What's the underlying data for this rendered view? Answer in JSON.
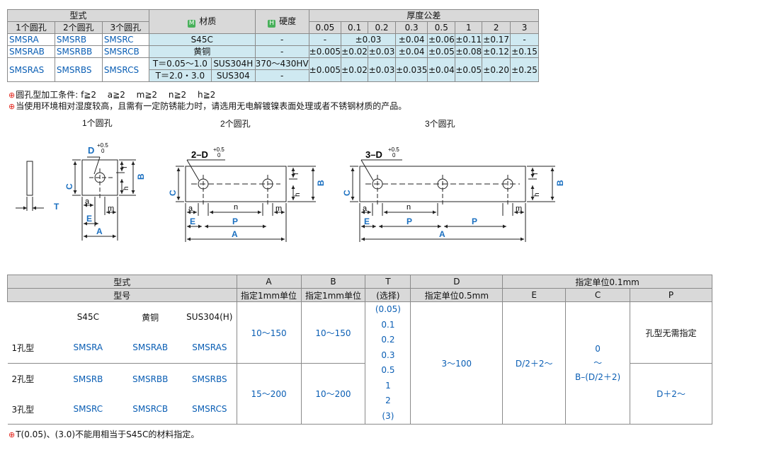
{
  "spec_table": {
    "header": {
      "type": "型式",
      "hole1": "1个圆孔",
      "hole2": "2个圆孔",
      "hole3": "3个圆孔",
      "material_badge": "M",
      "material": "材质",
      "hardness_badge": "H",
      "hardness": "硬度",
      "tolerance": "厚度公差",
      "thickness": [
        "0.05",
        "0.1",
        "0.2",
        "0.3",
        "0.5",
        "1",
        "2",
        "3"
      ]
    },
    "rows": [
      {
        "c1": "SMSRA",
        "c2": "SMSRB",
        "c3": "SMSRC",
        "material": "S45C",
        "hardness": "-",
        "t005": "-",
        "t01_02": "±0.03",
        "t03": "±0.04",
        "t05": "±0.06",
        "t1": "±0.11",
        "t2": "±0.17",
        "t3": "-"
      },
      {
        "c1": "SMSRAB",
        "c2": "SMSRBB",
        "c3": "SMSRCB",
        "material": "黄铜",
        "hardness": "-",
        "tol": [
          "±0.005",
          "±0.02",
          "±0.03",
          "±0.04",
          "±0.05",
          "±0.08",
          "±0.12",
          "±0.15"
        ]
      },
      {
        "c1": "SMSRAS",
        "c2": "SMSRBS",
        "c3": "SMSRCS",
        "mat_a": "T＝0.05～1.0",
        "mat_a2": "SUS304H",
        "hard_a": "370～430HV",
        "mat_b": "T＝2.0・3.0",
        "mat_b2": "SUS304",
        "hard_b": "-",
        "tol": [
          "±0.005",
          "±0.02",
          "±0.03",
          "±0.035",
          "±0.04",
          "±0.05",
          "±0.20",
          "±0.25"
        ]
      }
    ]
  },
  "notes_top": [
    "圆孔型加工条件: f≧2　 a≧2　 m≧2　 n≧2　 h≧2",
    "当使用环境相对湿度较高，且需有一定防锈能力时，请选用无电解镀镍表面处理或者不锈钢材质的产品。"
  ],
  "note_mark": "⊕",
  "drawings": {
    "title1": "1个圆孔",
    "title2": "2个圆孔",
    "title3": "3个圆孔",
    "D": "D",
    "D2": "2–D",
    "D3": "3–D",
    "tol_up": "+0.5",
    "tol_lo": "0",
    "A": "A",
    "B": "B",
    "C": "C",
    "E": "E",
    "P": "P",
    "T": "T",
    "a": "a",
    "m": "m",
    "n": "n",
    "f": "f",
    "h": "h"
  },
  "order_table": {
    "header": {
      "type": "型式",
      "model": "型号",
      "A": "A",
      "A_unit": "指定1mm单位",
      "B": "B",
      "B_unit": "指定1mm单位",
      "T": "T",
      "T_sel": "(选择)",
      "D": "D",
      "D_unit": "指定单位0.5mm",
      "unit01": "指定单位0.1mm",
      "E": "E",
      "C": "C",
      "P": "P"
    },
    "materials": [
      "S45C",
      "黄铜",
      "SUS304(H)"
    ],
    "groups": [
      {
        "label": "1孔型",
        "codes": [
          "SMSRA",
          "SMSRAB",
          "SMSRAS"
        ]
      },
      {
        "label": "2孔型",
        "codes": [
          "SMSRB",
          "SMSRBB",
          "SMSRBS"
        ]
      },
      {
        "label": "3孔型",
        "codes": [
          "SMSRC",
          "SMSRCB",
          "SMSRCS"
        ]
      }
    ],
    "A_ranges": [
      "10～150",
      "15～200"
    ],
    "B_ranges": [
      "10～150",
      "10～200"
    ],
    "T_values": [
      "(0.05)",
      "0.1",
      "0.2",
      "0.3",
      "0.5",
      "1",
      "2",
      "(3)"
    ],
    "D_range": "3～100",
    "E_value": "D/2＋2～",
    "C_value": [
      "0",
      "～",
      "B–(D/2＋2)"
    ],
    "P_values": [
      "孔型无需指定",
      "D＋2～"
    ]
  },
  "note_bottom": "T(0.05)、(3.0)不能用相当于S45C的材料指定。"
}
